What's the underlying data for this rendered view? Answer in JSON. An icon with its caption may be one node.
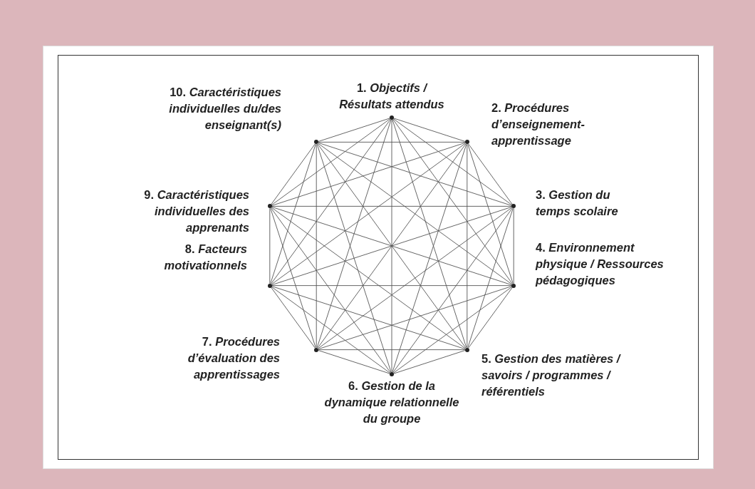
{
  "diagram": {
    "nodes": [
      {
        "text": [],
        "shape": "circle",
        "beside": [
          "**1.** *Objectifs / Résultats attendus*"
        ]
      },
      {
        "text": [],
        "shape": "circle",
        "beside": [
          "**2.** *Procédures d’enseignement-apprentissage*"
        ]
      },
      {
        "text": [],
        "shape": "circle",
        "beside": [
          "**3.** *Gestion du temps scolaire*"
        ]
      },
      {
        "text": [],
        "shape": "circle",
        "beside": [
          "**4.** *Environnement physique / Ressources pédagogiques*"
        ]
      },
      {
        "text": [],
        "shape": "circle",
        "beside": [
          "**5.** *Gestion des matières / savoirs / programmes / référentiels*"
        ]
      },
      {
        "text": [],
        "shape": "circle",
        "beside": [
          "**6.** *Gestion de la dynamique relationnelle du groupe*"
        ]
      },
      {
        "text": [],
        "shape": "circle",
        "beside": [
          "**7.** *Procédures d’évaluation des apprentissages*"
        ]
      },
      {
        "text": [],
        "shape": "circle",
        "beside": [
          "**8.** *Facteurs motivationnels*"
        ]
      },
      {
        "text": [],
        "shape": "circle",
        "beside": [
          "**9.** *Caractéristiques individuelles des apprenants*"
        ]
      },
      {
        "text": [],
        "shape": "circle",
        "beside": [
          "**10.** *Caractéristiques individuelles du/des enseignant(s)*"
        ]
      }
    ],
    "edges": [
      {
        "from": 0,
        "to": 1,
        "arrow": "none"
      },
      {
        "from": 0,
        "to": 2,
        "arrow": "none"
      },
      {
        "from": 0,
        "to": 3,
        "arrow": "none"
      },
      {
        "from": 0,
        "to": 4,
        "arrow": "none"
      },
      {
        "from": 0,
        "to": 5,
        "arrow": "none"
      },
      {
        "from": 0,
        "to": 6,
        "arrow": "none"
      },
      {
        "from": 0,
        "to": 7,
        "arrow": "none"
      },
      {
        "from": 0,
        "to": 8,
        "arrow": "none"
      },
      {
        "from": 0,
        "to": 9,
        "arrow": "none"
      },
      {
        "from": 1,
        "to": 2,
        "arrow": "none"
      },
      {
        "from": 1,
        "to": 3,
        "arrow": "none"
      },
      {
        "from": 1,
        "to": 4,
        "arrow": "none"
      },
      {
        "from": 1,
        "to": 5,
        "arrow": "none"
      },
      {
        "from": 1,
        "to": 6,
        "arrow": "none"
      },
      {
        "from": 1,
        "to": 7,
        "arrow": "none"
      },
      {
        "from": 1,
        "to": 8,
        "arrow": "none"
      },
      {
        "from": 1,
        "to": 9,
        "arrow": "none"
      },
      {
        "from": 2,
        "to": 3,
        "arrow": "none"
      },
      {
        "from": 2,
        "to": 4,
        "arrow": "none"
      },
      {
        "from": 2,
        "to": 5,
        "arrow": "none"
      },
      {
        "from": 2,
        "to": 6,
        "arrow": "none"
      },
      {
        "from": 2,
        "to": 7,
        "arrow": "none"
      },
      {
        "from": 2,
        "to": 8,
        "arrow": "none"
      },
      {
        "from": 2,
        "to": 9,
        "arrow": "none"
      },
      {
        "from": 3,
        "to": 4,
        "arrow": "none"
      },
      {
        "from": 3,
        "to": 5,
        "arrow": "none"
      },
      {
        "from": 3,
        "to": 6,
        "arrow": "none"
      },
      {
        "from": 3,
        "to": 7,
        "arrow": "none"
      },
      {
        "from": 3,
        "to": 8,
        "arrow": "none"
      },
      {
        "from": 3,
        "to": 9,
        "arrow": "none"
      },
      {
        "from": 4,
        "to": 5,
        "arrow": "none"
      },
      {
        "from": 4,
        "to": 6,
        "arrow": "none"
      },
      {
        "from": 4,
        "to": 7,
        "arrow": "none"
      },
      {
        "from": 4,
        "to": 8,
        "arrow": "none"
      },
      {
        "from": 4,
        "to": 9,
        "arrow": "none"
      },
      {
        "from": 5,
        "to": 6,
        "arrow": "none"
      },
      {
        "from": 5,
        "to": 7,
        "arrow": "none"
      },
      {
        "from": 5,
        "to": 8,
        "arrow": "none"
      },
      {
        "from": 5,
        "to": 9,
        "arrow": "none"
      },
      {
        "from": 6,
        "to": 7,
        "arrow": "none"
      },
      {
        "from": 6,
        "to": 8,
        "arrow": "none"
      },
      {
        "from": 6,
        "to": 9,
        "arrow": "none"
      },
      {
        "from": 7,
        "to": 8,
        "arrow": "none"
      },
      {
        "from": 7,
        "to": 9,
        "arrow": "none"
      },
      {
        "from": 8,
        "to": 9,
        "arrow": "none"
      }
    ]
  }
}
